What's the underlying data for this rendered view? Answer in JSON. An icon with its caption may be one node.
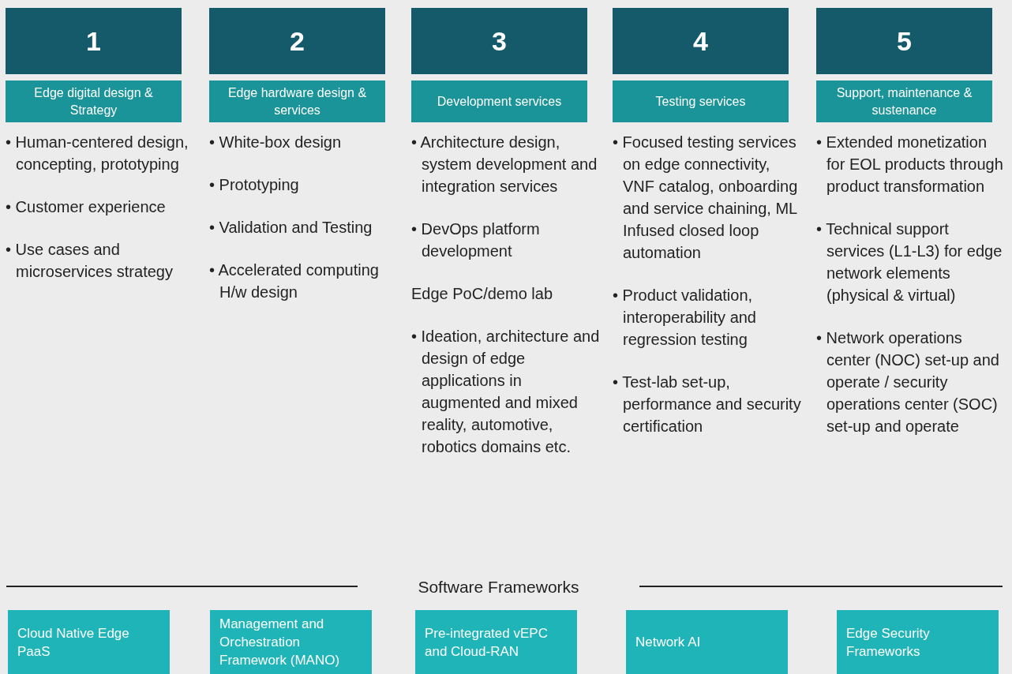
{
  "diagram": {
    "nodes": [
      {
        "text": [
          "1"
        ]
      },
      {
        "text": [
          "2"
        ]
      },
      {
        "text": [
          "3"
        ]
      },
      {
        "text": [
          "4"
        ]
      },
      {
        "text": [
          "5"
        ]
      },
      {
        "text": [
          "Edge digital design & Strategy"
        ]
      },
      {
        "text": [
          "Edge hardware design & services"
        ]
      },
      {
        "text": [
          "Development services"
        ]
      },
      {
        "text": [
          "Testing services"
        ]
      },
      {
        "text": [
          "Support, maintenance & sustenance"
        ]
      },
      {
        "text": [
          "Cloud Native Edge PaaS"
        ]
      },
      {
        "text": [
          "Management and Orchestration Framework (MANO)"
        ]
      },
      {
        "text": [
          "Pre-integrated vEPC and Cloud-RAN"
        ]
      },
      {
        "text": [
          "Network AI"
        ]
      },
      {
        "text": [
          "Edge Security Frameworks"
        ]
      }
    ],
    "labels": [
      "• Human-centered design, concepting, prototyping",
      "• Customer experience",
      "• Use cases and microservices strategy",
      "• White-box design",
      "• Prototyping",
      "• Validation and Testing",
      "• Accelerated computing H/w design",
      "• Architecture design, system development and integration services",
      "• DevOps platform development",
      "Edge PoC/demo lab",
      "• Ideation, architecture and design of edge applications in augmented and mixed reality, automotive, robotics domains etc.",
      "• Focused testing services on edge connectivity, VNF catalog, onboarding and service chaining, ML Infused closed loop automation",
      "• Product validation, interoperability and regression testing",
      "• Test-lab set-up, performance and security certification",
      "• Extended monetization for EOL products through product transformation",
      "• Technical support services (L1-L3) for edge network elements (physical & virtual)",
      "• Network operations center (NOC) set-up and operate / security operations center (SOC) set-up and operate",
      "Software Frameworks"
    ]
  }
}
